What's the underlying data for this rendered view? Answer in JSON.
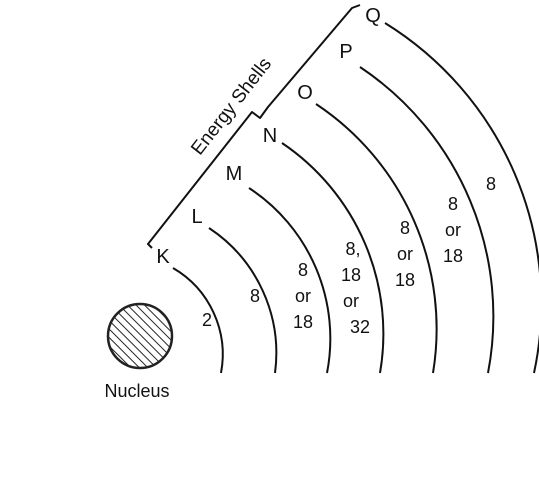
{
  "title": "Energy Shells",
  "nucleus_label": "Nucleus",
  "shells": [
    {
      "label": "K",
      "capacity": [
        "2"
      ]
    },
    {
      "label": "L",
      "capacity": [
        "8"
      ]
    },
    {
      "label": "M",
      "capacity": [
        "8",
        "or",
        "18"
      ]
    },
    {
      "label": "N",
      "capacity": [
        "8,",
        "18",
        "or",
        "32"
      ]
    },
    {
      "label": "O",
      "capacity": [
        "8",
        "or",
        "18"
      ]
    },
    {
      "label": "P",
      "capacity": [
        "8",
        "or",
        "18"
      ]
    },
    {
      "label": "Q",
      "capacity": [
        "8"
      ]
    }
  ]
}
